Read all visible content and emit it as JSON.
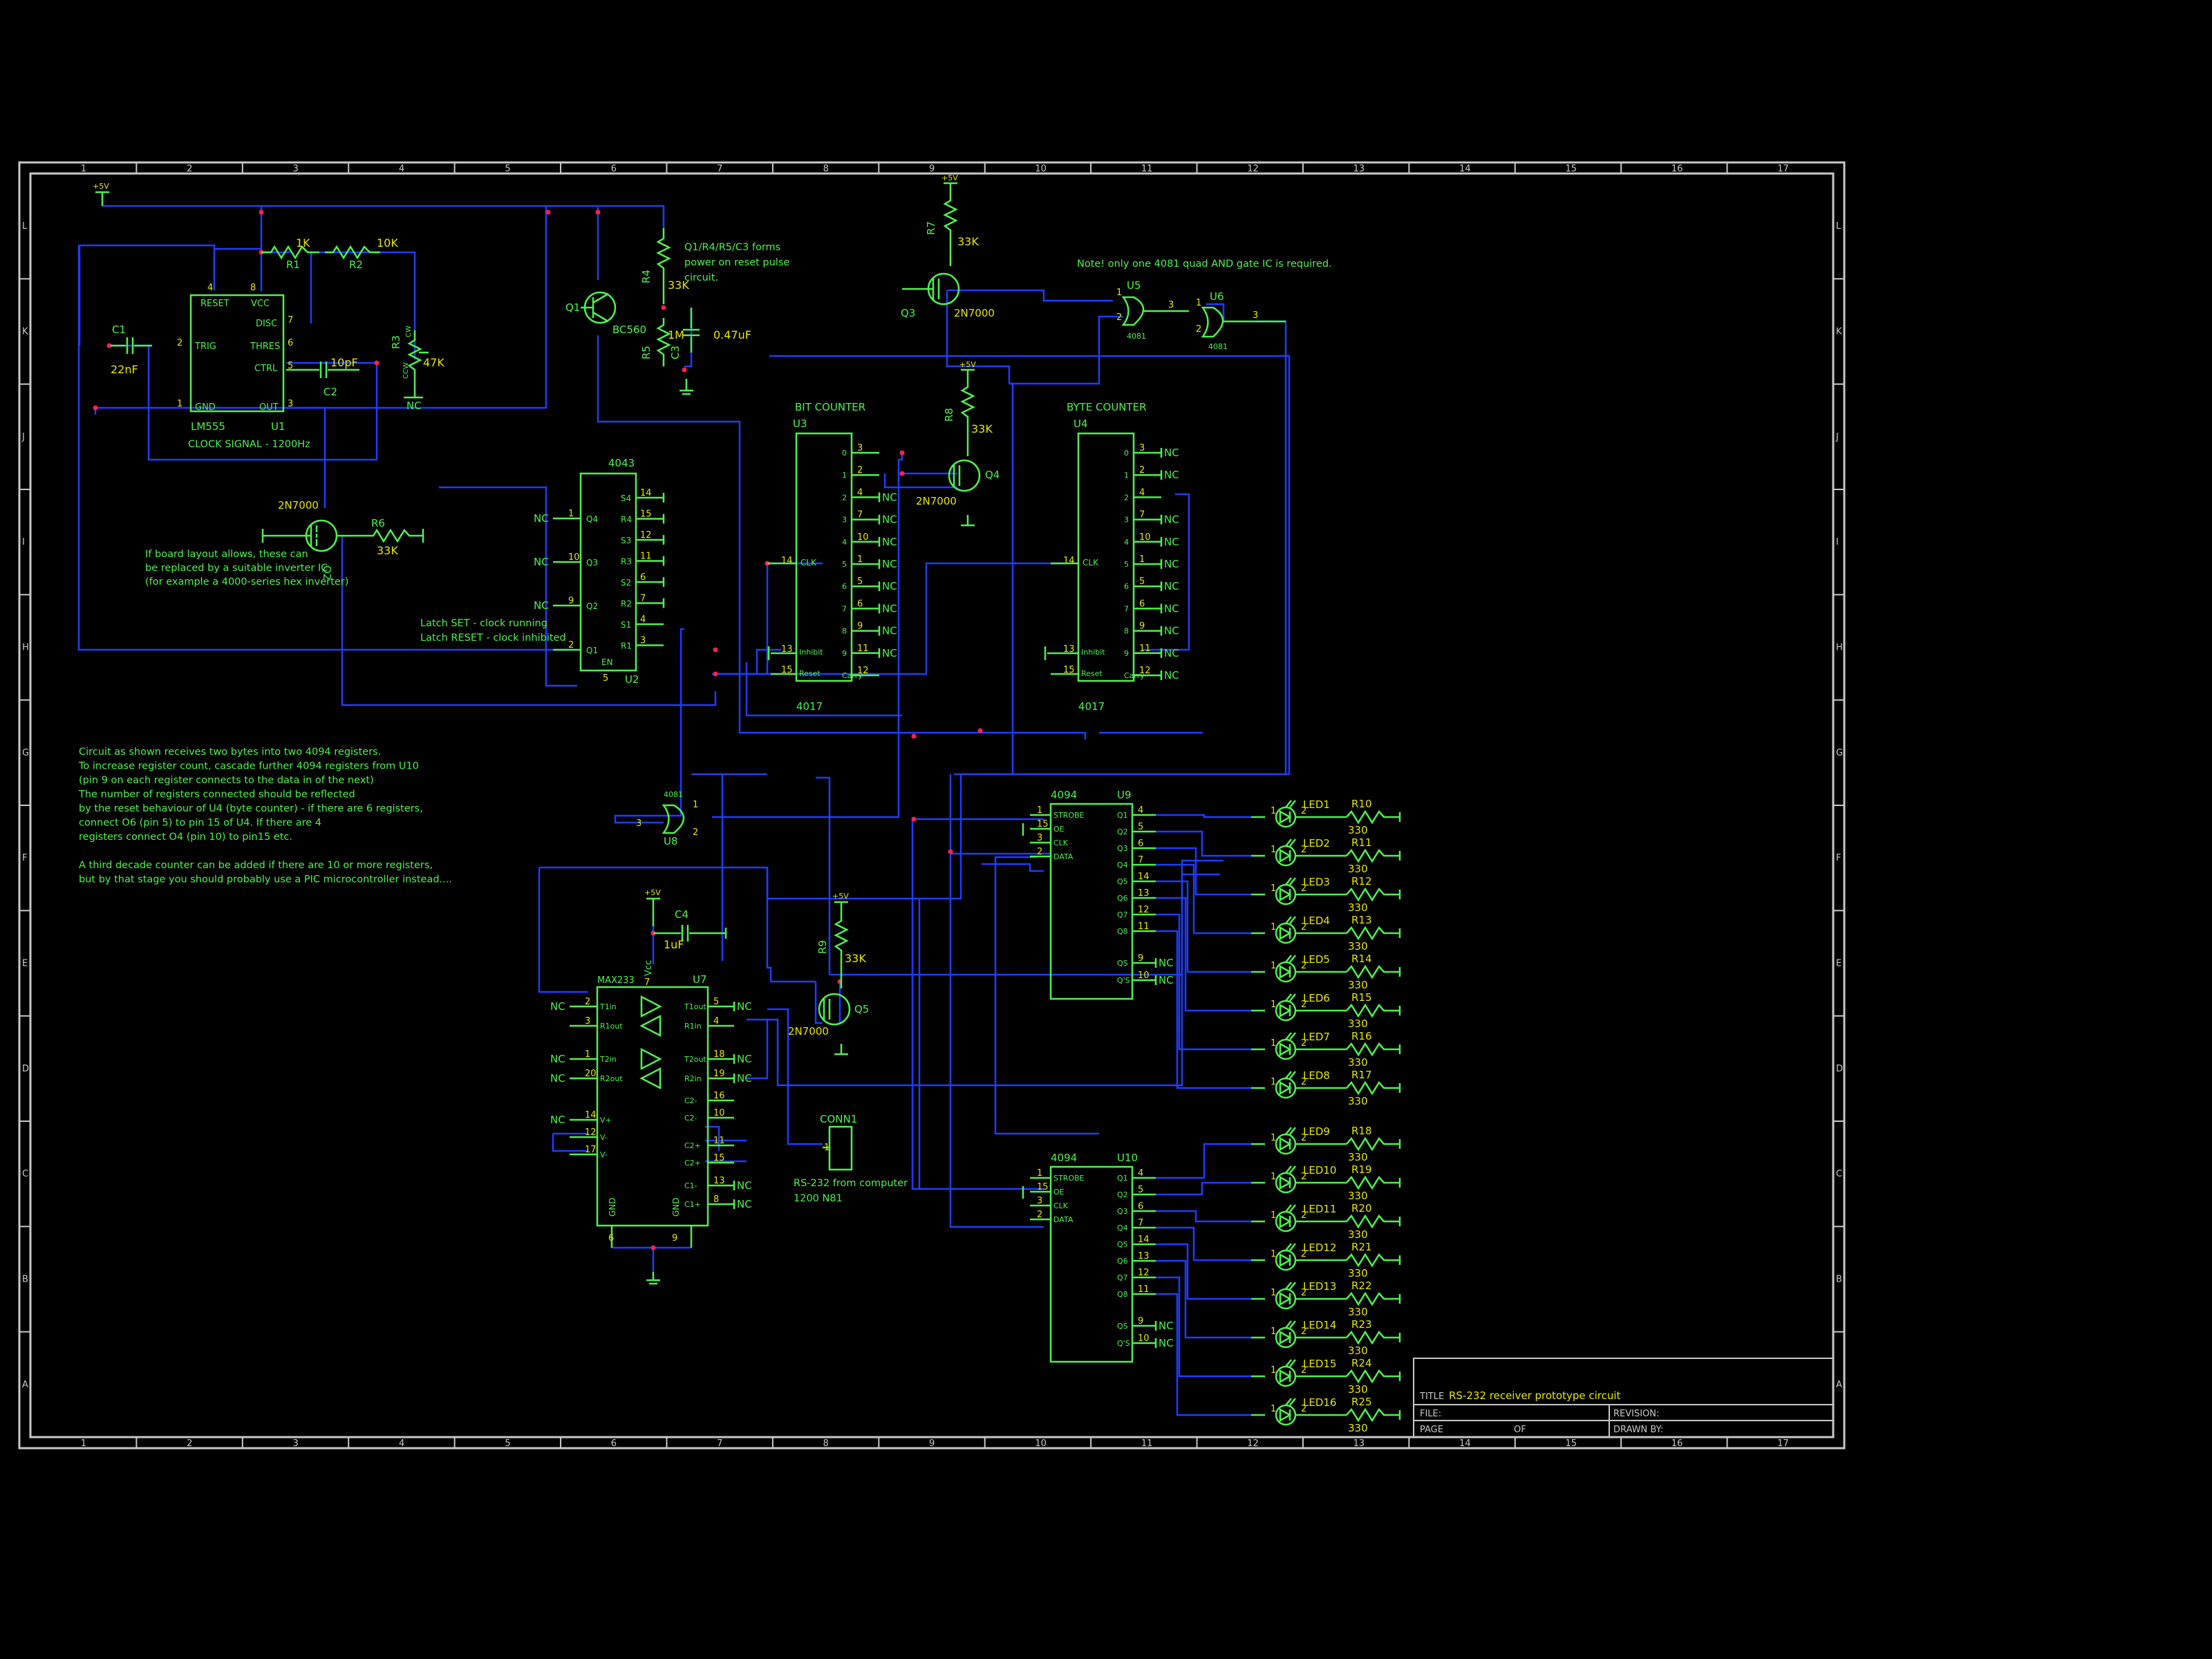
{
  "title_block": {
    "title_label": "TITLE",
    "title": "RS-232 receiver prototype circuit",
    "file_label": "FILE:",
    "revision_label": "REVISION:",
    "page_label": "PAGE",
    "of_label": "OF",
    "drawn_by_label": "DRAWN BY:"
  },
  "grid": {
    "columns": [
      "1",
      "2",
      "3",
      "4",
      "5",
      "6",
      "7",
      "8",
      "9",
      "10",
      "11",
      "12",
      "13",
      "14",
      "15",
      "16",
      "17"
    ],
    "rows": [
      "L",
      "K",
      "J",
      "I",
      "H",
      "G",
      "F",
      "E",
      "D",
      "C",
      "B",
      "A"
    ]
  },
  "power": {
    "vcc_label": "+5V"
  },
  "clock": {
    "lm555_type": "LM555",
    "lm555_ref": "U1",
    "caption": "CLOCK SIGNAL - 1200Hz",
    "pins": [
      "RESET",
      "VCC",
      "TRIG",
      "DISC",
      "THRES",
      "CTRL",
      "GND",
      "OUT"
    ],
    "pin_numbers": [
      "4",
      "8",
      "2",
      "7",
      "6",
      "5",
      "1",
      "3"
    ],
    "r1_ref": "R1",
    "r1_val": "1K",
    "r2_ref": "R2",
    "r2_val": "10K",
    "r3_ref": "R3",
    "r3_val": "47K",
    "r3_ccw": "CCW",
    "r3_cw": "CW",
    "r3_nc": "NC",
    "c1_ref": "C1",
    "c1_val": "22nF",
    "c2_ref": "C2",
    "c2_val": "10pF"
  },
  "reset_circuit": {
    "q1_ref": "Q1",
    "q1_type": "BC560",
    "r4_ref": "R4",
    "r4_val": "33K",
    "r5_ref": "R5",
    "r5_val": "1M",
    "c3_ref": "C3",
    "c3_val": "0.47uF",
    "note": [
      "Q1/R4/R5/C3 forms",
      "power on reset pulse",
      "circuit."
    ]
  },
  "inverter": {
    "q2_ref": "Q2",
    "q2_type": "2N7000",
    "r6_ref": "R6",
    "r6_val": "33K",
    "note": [
      "If board layout allows, these can",
      "be replaced by a suitable inverter IC",
      "(for example a 4000-series hex inverter)"
    ]
  },
  "latch": {
    "type": "4043",
    "ref": "U2",
    "pins_left": [
      {
        "num": "1",
        "name": "Q4",
        "nc": "NC"
      },
      {
        "num": "10",
        "name": "Q3",
        "nc": "NC"
      },
      {
        "num": "9",
        "name": "Q2",
        "nc": "NC"
      },
      {
        "num": "2",
        "name": "Q1",
        "nc": ""
      }
    ],
    "pins_right": [
      {
        "num": "14",
        "name": "S4"
      },
      {
        "num": "15",
        "name": "R4"
      },
      {
        "num": "12",
        "name": "S3"
      },
      {
        "num": "11",
        "name": "R3"
      },
      {
        "num": "6",
        "name": "S2"
      },
      {
        "num": "7",
        "name": "R2"
      },
      {
        "num": "4",
        "name": "S1"
      },
      {
        "num": "3",
        "name": "R1"
      }
    ],
    "en_label": "EN",
    "en_pin": "5",
    "note": [
      "Latch SET - clock running",
      "Latch RESET - clock inhibited"
    ]
  },
  "bit_counter": {
    "title": "BIT COUNTER",
    "ref": "U3",
    "type": "4017",
    "outputs": [
      {
        "q": "0",
        "pin": "3",
        "nc": ""
      },
      {
        "q": "1",
        "pin": "2",
        "nc": ""
      },
      {
        "q": "2",
        "pin": "4",
        "nc": "NC"
      },
      {
        "q": "3",
        "pin": "7",
        "nc": "NC"
      },
      {
        "q": "4",
        "pin": "10",
        "nc": "NC"
      },
      {
        "q": "5",
        "pin": "1",
        "nc": "NC"
      },
      {
        "q": "6",
        "pin": "5",
        "nc": "NC"
      },
      {
        "q": "7",
        "pin": "6",
        "nc": "NC"
      },
      {
        "q": "8",
        "pin": "9",
        "nc": "NC"
      },
      {
        "q": "9",
        "pin": "11",
        "nc": "NC"
      },
      {
        "q": "Carry",
        "pin": "12",
        "nc": ""
      }
    ],
    "clk_label": "CLK",
    "clk_pin": "14",
    "inhibit_label": "Inhibit",
    "inhibit_pin": "13",
    "reset_label": "Reset",
    "reset_pin": "15"
  },
  "byte_counter": {
    "title": "BYTE COUNTER",
    "ref": "U4",
    "type": "4017",
    "outputs": [
      {
        "q": "0",
        "pin": "3",
        "nc": "NC"
      },
      {
        "q": "1",
        "pin": "2",
        "nc": "NC"
      },
      {
        "q": "2",
        "pin": "4",
        "nc": ""
      },
      {
        "q": "3",
        "pin": "7",
        "nc": "NC"
      },
      {
        "q": "4",
        "pin": "10",
        "nc": "NC"
      },
      {
        "q": "5",
        "pin": "1",
        "nc": "NC"
      },
      {
        "q": "6",
        "pin": "5",
        "nc": "NC"
      },
      {
        "q": "7",
        "pin": "6",
        "nc": "NC"
      },
      {
        "q": "8",
        "pin": "9",
        "nc": "NC"
      },
      {
        "q": "9",
        "pin": "11",
        "nc": "NC"
      },
      {
        "q": "Carry",
        "pin": "12",
        "nc": "NC"
      }
    ],
    "clk_label": "CLK",
    "clk_pin": "14",
    "inhibit_label": "Inhibit",
    "inhibit_pin": "13",
    "reset_label": "Reset",
    "reset_pin": "15"
  },
  "q3_block": {
    "q_ref": "Q3",
    "q_type": "2N7000",
    "r_ref": "R7",
    "r_val": "33K"
  },
  "q4_block": {
    "q_ref": "Q4",
    "q_type": "2N7000",
    "r_ref": "R8",
    "r_val": "33K"
  },
  "q5_block": {
    "q_ref": "Q5",
    "q_type": "2N7000",
    "r_ref": "R9",
    "r_val": "33K"
  },
  "gates": {
    "u5_ref": "U5",
    "u5_type": "4081",
    "u6_ref": "U6",
    "u6_type": "4081",
    "u8_ref": "U8",
    "u8_type": "4081",
    "pins": [
      "1",
      "2",
      "3"
    ],
    "note": "Note! only one 4081 quad AND gate IC is required."
  },
  "max233": {
    "type": "MAX233",
    "ref": "U7",
    "vcc_label": "Vcc",
    "vcc_pin": "7",
    "c4_ref": "C4",
    "c4_val": "1uF",
    "left_pins": [
      {
        "num": "2",
        "name": "T1in",
        "nc": "NC"
      },
      {
        "num": "3",
        "name": "R1out",
        "nc": ""
      },
      {
        "num": "1",
        "name": "T2in",
        "nc": "NC"
      },
      {
        "num": "20",
        "name": "R2out",
        "nc": "NC"
      },
      {
        "num": "14",
        "name": "V+",
        "nc": "NC"
      },
      {
        "num": "12",
        "name": "V-",
        "nc": ""
      },
      {
        "num": "17",
        "name": "V-",
        "nc": ""
      }
    ],
    "right_pins": [
      {
        "num": "5",
        "name": "T1out",
        "nc": "NC"
      },
      {
        "num": "4",
        "name": "R1in",
        "nc": ""
      },
      {
        "num": "18",
        "name": "T2out",
        "nc": "NC"
      },
      {
        "num": "19",
        "name": "R2in",
        "nc": "NC"
      },
      {
        "num": "16",
        "name": "C2-",
        "nc": ""
      },
      {
        "num": "10",
        "name": "C2-",
        "nc": ""
      },
      {
        "num": "11",
        "name": "C2+",
        "nc": ""
      },
      {
        "num": "15",
        "name": "C2+",
        "nc": ""
      },
      {
        "num": "13",
        "name": "C1-",
        "nc": "NC"
      },
      {
        "num": "8",
        "name": "C1+",
        "nc": "NC"
      }
    ],
    "gnd_label": "GND",
    "gnd_pins": [
      "6",
      "9"
    ]
  },
  "connector": {
    "ref": "CONN1",
    "pin": "1",
    "caption": [
      "RS-232 from computer",
      "1200 N81"
    ]
  },
  "registers": [
    {
      "type": "4094",
      "ref": "U9"
    },
    {
      "type": "4094",
      "ref": "U10"
    }
  ],
  "register_pins": {
    "left": [
      {
        "num": "1",
        "name": "STROBE"
      },
      {
        "num": "15",
        "name": "OE"
      },
      {
        "num": "3",
        "name": "CLK"
      },
      {
        "num": "2",
        "name": "DATA"
      }
    ],
    "right": [
      {
        "num": "4",
        "name": "Q1"
      },
      {
        "num": "5",
        "name": "Q2"
      },
      {
        "num": "6",
        "name": "Q3"
      },
      {
        "num": "7",
        "name": "Q4"
      },
      {
        "num": "14",
        "name": "Q5"
      },
      {
        "num": "13",
        "name": "Q6"
      },
      {
        "num": "12",
        "name": "Q7"
      },
      {
        "num": "11",
        "name": "Q8"
      },
      {
        "num": "9",
        "name": "QS"
      },
      {
        "num": "10",
        "name": "Q'S"
      }
    ],
    "nc_label": "NC"
  },
  "leds": [
    {
      "led": "LED1",
      "r": "R10"
    },
    {
      "led": "LED2",
      "r": "R11"
    },
    {
      "led": "LED3",
      "r": "R12"
    },
    {
      "led": "LED4",
      "r": "R13"
    },
    {
      "led": "LED5",
      "r": "R14"
    },
    {
      "led": "LED6",
      "r": "R15"
    },
    {
      "led": "LED7",
      "r": "R16"
    },
    {
      "led": "LED8",
      "r": "R17"
    },
    {
      "led": "LED9",
      "r": "R18"
    },
    {
      "led": "LED10",
      "r": "R19"
    },
    {
      "led": "LED11",
      "r": "R20"
    },
    {
      "led": "LED12",
      "r": "R21"
    },
    {
      "led": "LED13",
      "r": "R22"
    },
    {
      "led": "LED14",
      "r": "R23"
    },
    {
      "led": "LED15",
      "r": "R24"
    },
    {
      "led": "LED16",
      "r": "R25"
    }
  ],
  "led_resistor_value": "330",
  "led_pin_labels": [
    "1",
    "2"
  ],
  "notes": {
    "main": [
      "Circuit as shown receives two bytes into two 4094 registers.",
      "To increase register count, cascade further 4094 registers from U10",
      "(pin 9 on each register connects to the data in of the next)",
      "The number of registers connected should be reflected",
      "by the reset behaviour of U4 (byte counter) - if there are 6 registers,",
      "connect O6 (pin 5) to pin 15 of U4. If there are 4",
      "registers connect O4 (pin 10) to pin15 etc.",
      "",
      "A third decade counter can be added if there are 10 or more registers,",
      "but by that stage you should probably use a PIC microcontroller instead...."
    ]
  }
}
